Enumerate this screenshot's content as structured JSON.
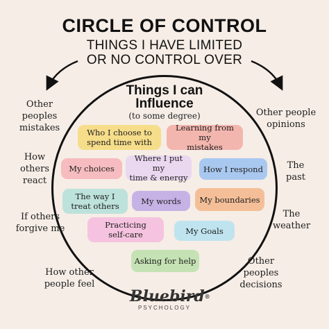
{
  "header": {
    "title": "CIRCLE OF CONTROL",
    "subtitle_line1": "THINGS I HAVE LIMITED",
    "subtitle_line2": "OR NO CONTROL OVER"
  },
  "circle": {
    "title_line1": "Things I can",
    "title_line2": "Influence",
    "subtitle": "(to some degree)",
    "items": [
      {
        "label": "Who I choose to\nspend time with",
        "color": "#f6dd8a"
      },
      {
        "label": "Learning from my\nmistakes",
        "color": "#f3b6ae"
      },
      {
        "label": "My choices",
        "color": "#f6bcbf"
      },
      {
        "label": "Where I put my\ntime & energy",
        "color": "#ead7f0"
      },
      {
        "label": "How I respond",
        "color": "#a9c8f0"
      },
      {
        "label": "The way I\ntreat others",
        "color": "#bde2db"
      },
      {
        "label": "My words",
        "color": "#c7b2e6"
      },
      {
        "label": "My boundaries",
        "color": "#f4bf98"
      },
      {
        "label": "Practicing\nself-care",
        "color": "#f5c3df"
      },
      {
        "label": "My Goals",
        "color": "#bfe4ef"
      },
      {
        "label": "Asking for help",
        "color": "#c5e2b4"
      }
    ]
  },
  "outside": {
    "left": [
      "Other peoples\nmistakes",
      "How\nothers\nreact",
      "If others\nforgive me",
      "How other\npeople feel"
    ],
    "right": [
      "Other people\nopinions",
      "The\npast",
      "The\nweather",
      "Other\npeoples\ndecisions"
    ]
  },
  "logo": {
    "name": "Bluebird",
    "reg": "®",
    "sub": "PSYCHOLOGY"
  }
}
